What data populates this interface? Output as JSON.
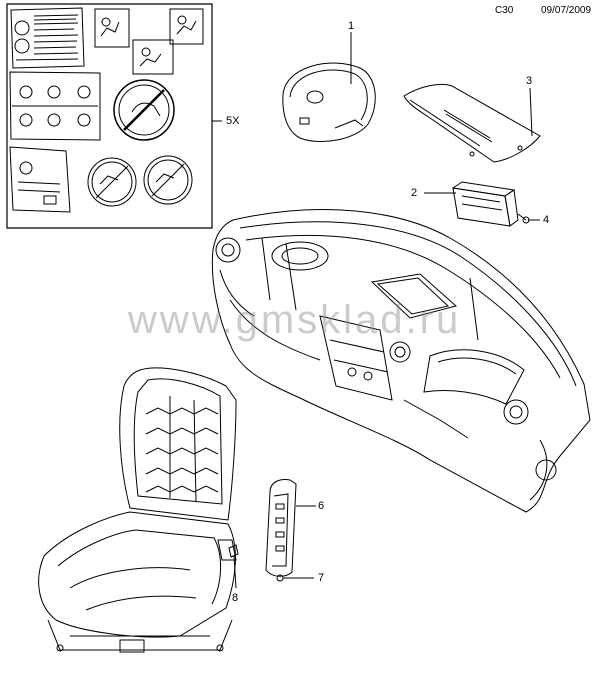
{
  "header": {
    "code": "C30",
    "date": "09/07/2009"
  },
  "watermark": "www.gmsklad.ru",
  "callouts": {
    "c1": "1",
    "c2": "2",
    "c3": "3",
    "c4": "4",
    "c5x": "5X",
    "c6": "6",
    "c7": "7",
    "c8": "8"
  },
  "colors": {
    "line": "#000000",
    "watermark": "#8c8c8c"
  }
}
